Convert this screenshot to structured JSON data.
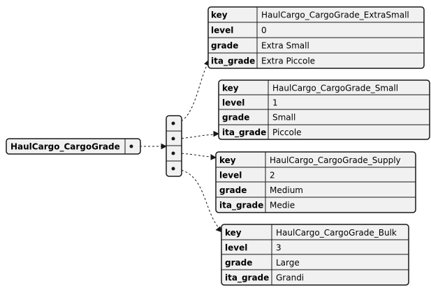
{
  "root": {
    "label": "HaulCargo_CargoGrade",
    "ports": [
      "•"
    ]
  },
  "array_ports": [
    "•",
    "•",
    "•",
    "•"
  ],
  "entries": [
    {
      "rows": [
        {
          "key": "key",
          "value": "HaulCargo_CargoGrade_ExtraSmall"
        },
        {
          "key": "level",
          "value": "0"
        },
        {
          "key": "grade",
          "value": "Extra Small"
        },
        {
          "key": "ita_grade",
          "value": "Extra Piccole"
        }
      ]
    },
    {
      "rows": [
        {
          "key": "key",
          "value": "HaulCargo_CargoGrade_Small"
        },
        {
          "key": "level",
          "value": "1"
        },
        {
          "key": "grade",
          "value": "Small"
        },
        {
          "key": "ita_grade",
          "value": "Piccole"
        }
      ]
    },
    {
      "rows": [
        {
          "key": "key",
          "value": "HaulCargo_CargoGrade_Supply"
        },
        {
          "key": "level",
          "value": "2"
        },
        {
          "key": "grade",
          "value": "Medium"
        },
        {
          "key": "ita_grade",
          "value": "Medie"
        }
      ]
    },
    {
      "rows": [
        {
          "key": "key",
          "value": "HaulCargo_CargoGrade_Bulk"
        },
        {
          "key": "level",
          "value": "3"
        },
        {
          "key": "grade",
          "value": "Large"
        },
        {
          "key": "ita_grade",
          "value": "Grandi"
        }
      ]
    }
  ],
  "colors": {
    "box_fill": "#f1f1f1",
    "stroke": "#181818",
    "text": "#000000"
  }
}
